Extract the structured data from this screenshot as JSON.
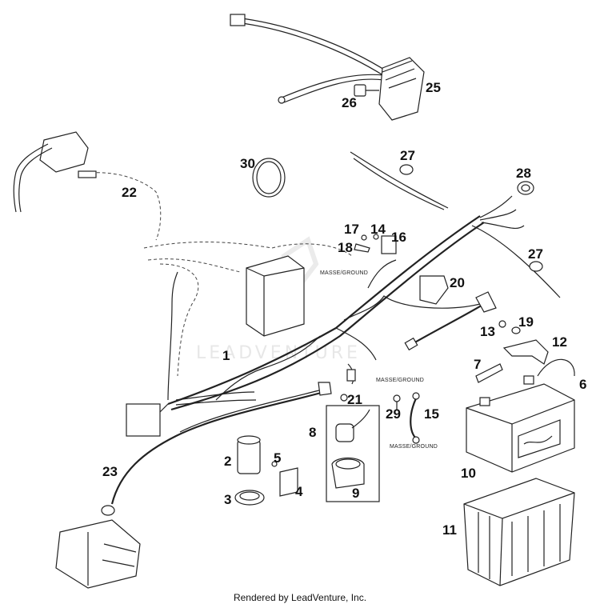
{
  "watermark": "LEADVENTURE",
  "ground_label": "MASSE/GROUND",
  "footer": "Rendered by LeadVenture, Inc.",
  "callouts": {
    "c1": "1",
    "c2": "2",
    "c3": "3",
    "c4": "4",
    "c5": "5",
    "c6": "6",
    "c7": "7",
    "c8": "8",
    "c9": "9",
    "c10": "10",
    "c11": "11",
    "c12": "12",
    "c13": "13",
    "c14": "14",
    "c15": "15",
    "c16": "16",
    "c17": "17",
    "c18": "18",
    "c19": "19",
    "c20": "20",
    "c21": "21",
    "c22": "22",
    "c23": "23",
    "c25": "25",
    "c26": "26",
    "c27a": "27",
    "c27b": "27",
    "c28": "28",
    "c29": "29",
    "c30": "30"
  }
}
